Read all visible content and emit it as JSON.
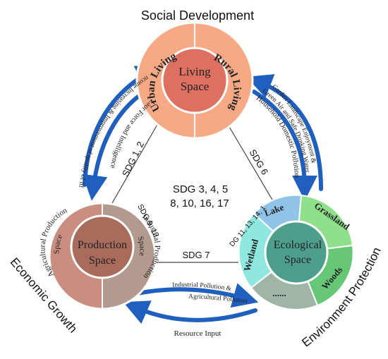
{
  "corner_labels": {
    "social": "Social  Development",
    "economic": "Economic Growth",
    "environment": "Environment Protection"
  },
  "living": {
    "center": [
      "Living",
      "Space"
    ],
    "left": "Urban Living",
    "right": "Rural Living",
    "colors": {
      "outer": "#f7a986",
      "inner": "#dd7060"
    }
  },
  "production": {
    "center": [
      "Production",
      "Space"
    ],
    "left": [
      "Agricultural Production",
      "Space"
    ],
    "right": [
      "Industrial Production",
      "Space"
    ],
    "colors": {
      "left": "#c98e7f",
      "right": "#b29a8f",
      "inner": "#a96b5c"
    }
  },
  "ecological": {
    "center": [
      "Ecological",
      "Space"
    ],
    "segments": {
      "lake": "Lake",
      "grassland": "Grassland",
      "woods": "Woods",
      "other": "......",
      "wetland": "Wetland"
    },
    "colors": {
      "lake": "#8fc4e8",
      "grassland": "#8fe08a",
      "woods": "#66c777",
      "other": "#9fb5a8",
      "wetland": "#8ee8e0",
      "inner": "#4d9f8c"
    }
  },
  "sdg": {
    "left_edge": "SDG 1, 2",
    "right_edge": "SDG 6",
    "bottom_edge": "SDG 7",
    "center_line1": "SDG 3, 4, 5",
    "center_line2": "8, 10, 16, 17",
    "production_side": "SDG 9, 12",
    "ecological_side": "SDG 11, 13, 14, 15"
  },
  "flows": {
    "left_outer": "Income Increasing & Improvement of quality of life",
    "left_inner": "Laor Force and Intelligence",
    "right_outer1": "Garden Landscape Enjoyment &",
    "right_outer2": "Green Air and Safe Drinking Water",
    "right_inner": "Household Domestic Pollution",
    "bottom_upper1": "Industrial Pollution &",
    "bottom_upper2": "Agricultural Pollution",
    "bottom_lower": "Resource Input"
  },
  "arrow_color": "#1f5fbf"
}
